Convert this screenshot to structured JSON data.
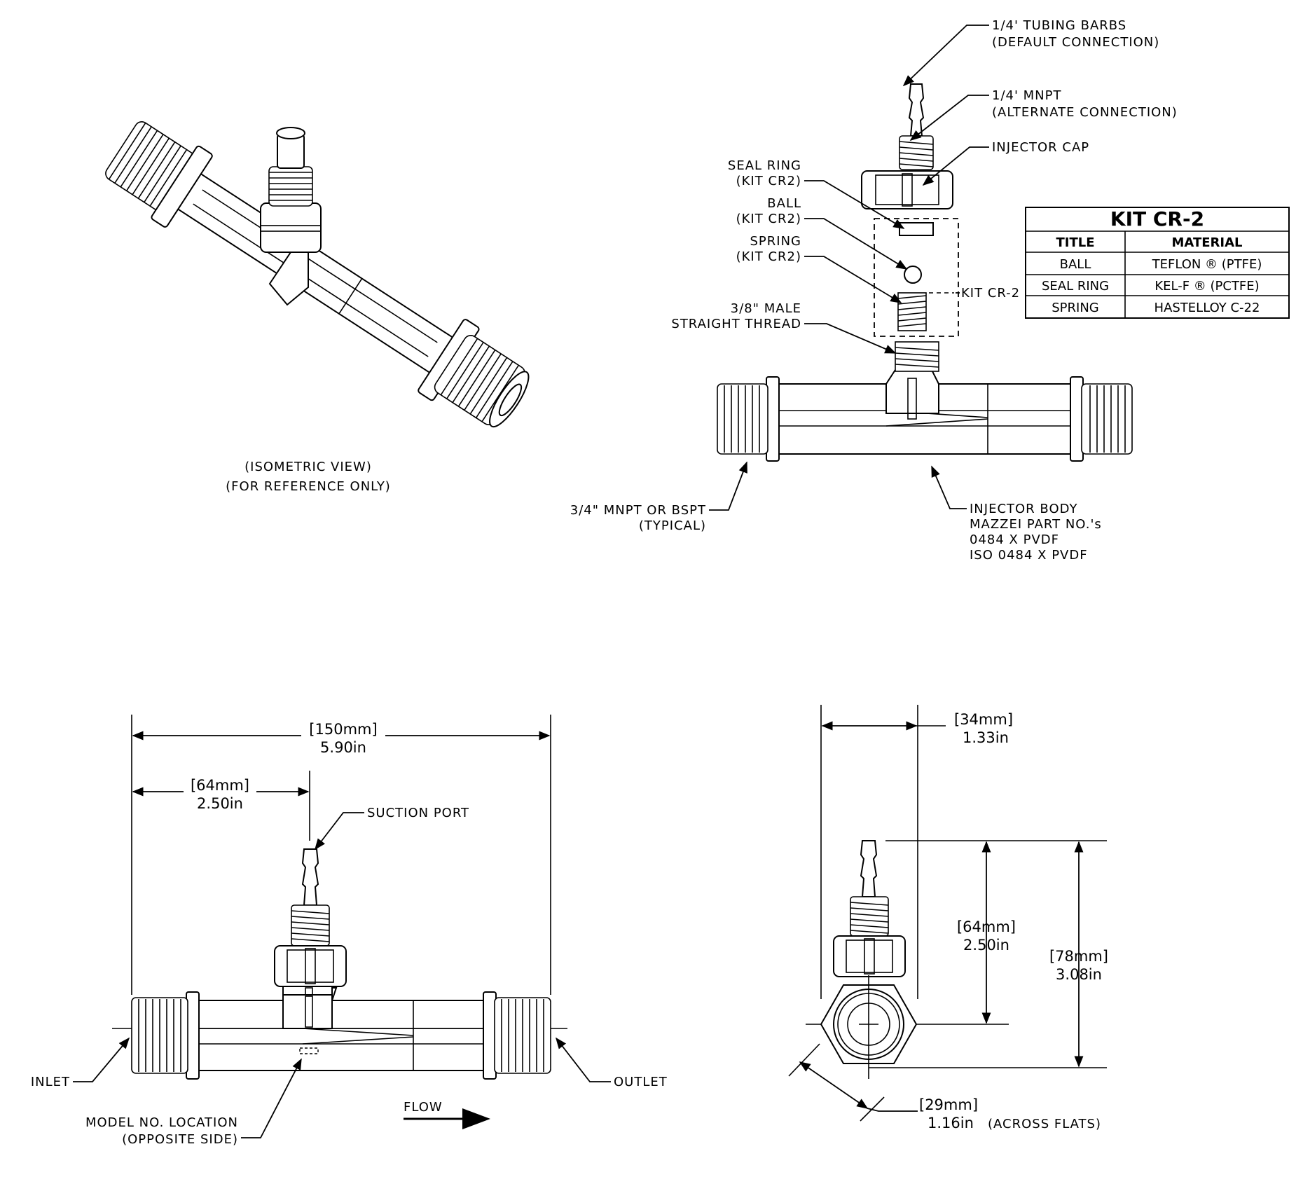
{
  "labels": {
    "tubing_barbs_1": "1/4' TUBING BARBS",
    "tubing_barbs_2": "(DEFAULT CONNECTION)",
    "mnpt_1": "1/4' MNPT",
    "mnpt_2": "(ALTERNATE CONNECTION)",
    "injector_cap": "INJECTOR CAP",
    "seal_ring_1": "SEAL RING",
    "seal_ring_2": "(KIT CR2)",
    "ball_1": "BALL",
    "ball_2": "(KIT CR2)",
    "spring_1": "SPRING",
    "spring_2": "(KIT CR2)",
    "kit_cr2": "KIT CR-2",
    "male_thread_1": "3/8\" MALE",
    "male_thread_2": "STRAIGHT THREAD",
    "body_thread_1": "3/4\" MNPT OR BSPT",
    "body_thread_2": "(TYPICAL)",
    "injector_body_1": "INJECTOR BODY",
    "injector_body_2": "MAZZEI PART NO.'s",
    "injector_body_3": "0484 X PVDF",
    "injector_body_4": "ISO 0484 X PVDF",
    "iso_view_1": "(ISOMETRIC VIEW)",
    "iso_view_2": "(FOR REFERENCE ONLY)",
    "suction_port": "SUCTION PORT",
    "inlet": "INLET",
    "outlet": "OUTLET",
    "model_loc_1": "MODEL NO. LOCATION",
    "model_loc_2": "(OPPOSITE SIDE)",
    "flow": "FLOW"
  },
  "dimensions": {
    "overall_mm": "[150mm]",
    "overall_in": "5.90in",
    "port_offset_mm": "[64mm]",
    "port_offset_in": "2.50in",
    "width_mm": "[34mm]",
    "width_in": "1.33in",
    "port_height_mm": "[64mm]",
    "port_height_in": "2.50in",
    "total_height_mm": "[78mm]",
    "total_height_in": "3.08in",
    "flats_mm": "[29mm]",
    "flats_in": "1.16in",
    "flats_note": "(ACROSS FLATS)"
  },
  "table": {
    "title": "KIT CR-2",
    "headers": [
      "TITLE",
      "MATERIAL"
    ],
    "rows": [
      [
        "BALL",
        "TEFLON ® (PTFE)"
      ],
      [
        "SEAL RING",
        "KEL-F ® (PCTFE)"
      ],
      [
        "SPRING",
        "HASTELLOY C-22"
      ]
    ]
  }
}
